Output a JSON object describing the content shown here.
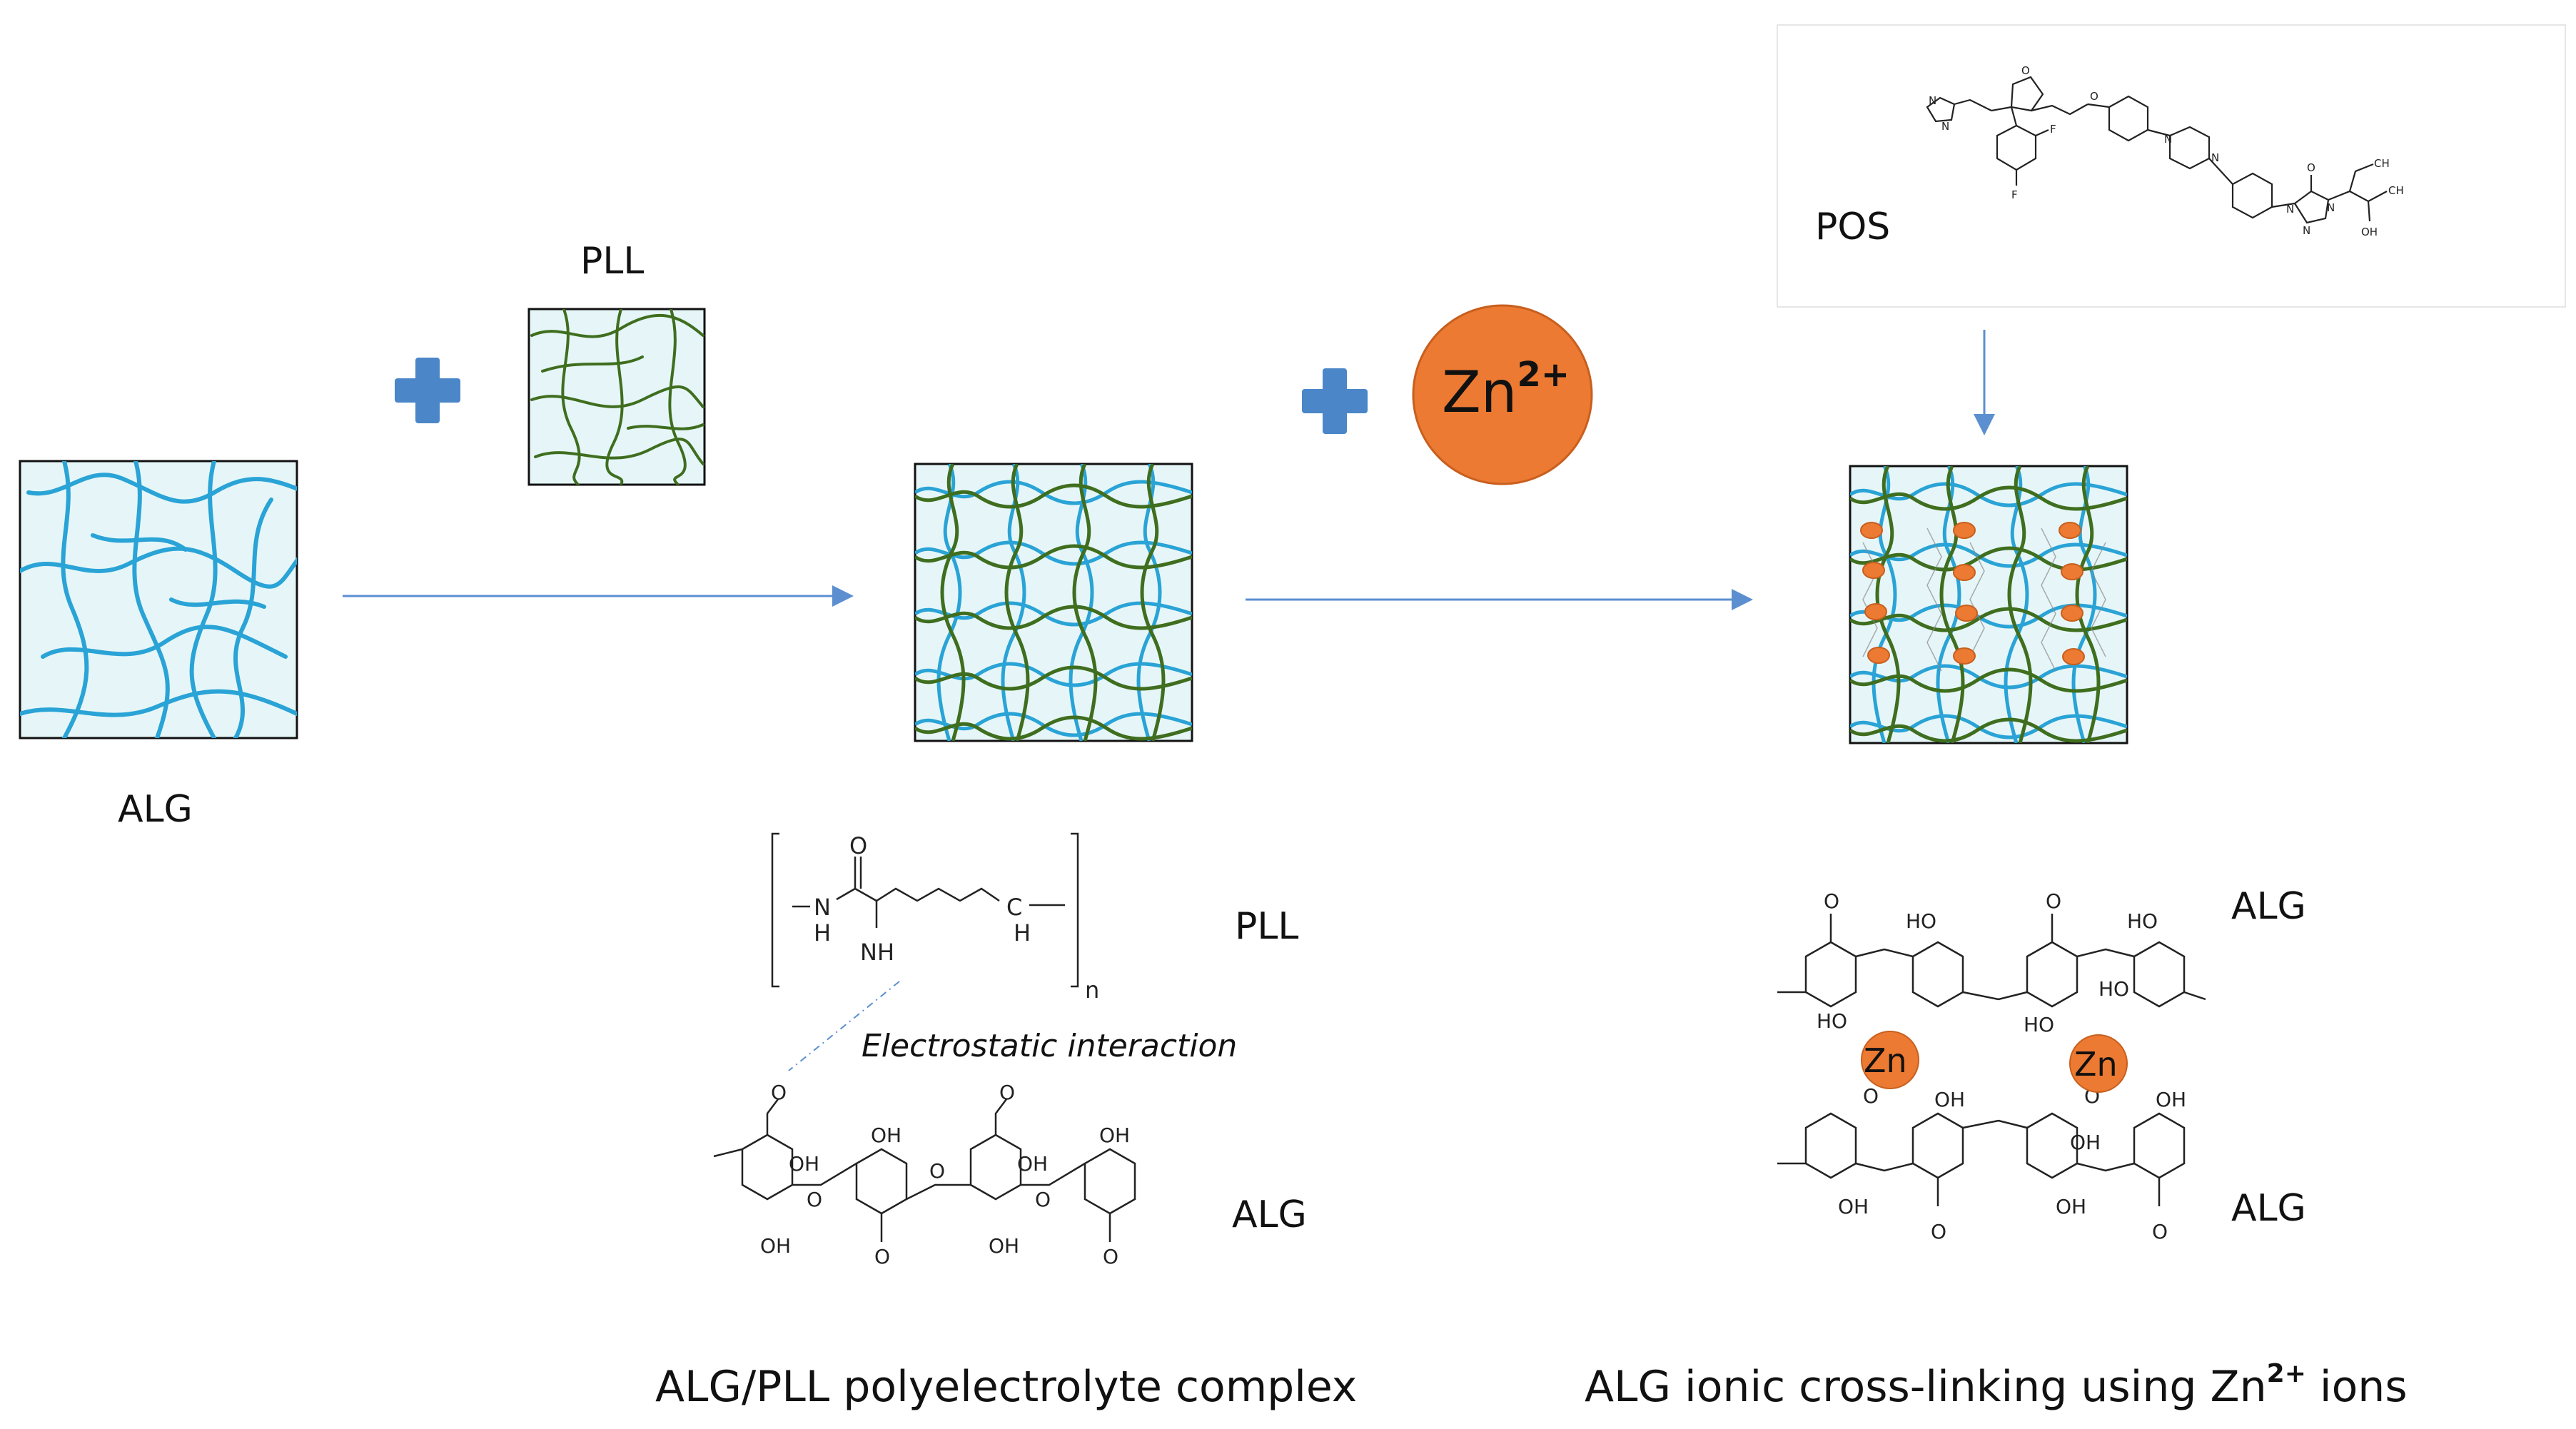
{
  "labels": {
    "alg_left": "ALG",
    "pll_top": "PLL",
    "zn_ion": "Zn",
    "zn_ion_charge": "2+",
    "pos": "POS",
    "pll_mid": "PLL",
    "electrostatic": "Electrostatic interaction",
    "alg_mid": "ALG",
    "alg_right_top": "ALG",
    "alg_right_bottom": "ALG",
    "zn_1": "Zn",
    "zn_2": "Zn"
  },
  "captions": {
    "left": "ALG/PLL polyelectrolyte complex",
    "right_prefix": "ALG ionic cross-linking using Zn",
    "right_charge": "2+",
    "right_suffix": " ions"
  },
  "structure_text": {
    "pll_n": "n",
    "pll_nh": "N",
    "pll_h": "H",
    "pll_nh3": "NH",
    "pll_h2": "H",
    "pll_c": "C",
    "pll_o": "O",
    "oh": "OH",
    "ho": "HO",
    "o": "O",
    "ch3": "CH",
    "f": "F",
    "n": "N"
  },
  "colors": {
    "alg_strand": "#2aa3d6",
    "pll_strand": "#3f6e1f",
    "gel_fill": "#e6f6f8",
    "plus": "#4a86c8",
    "arrow": "#5b8fd0",
    "zn_ion": "#ec7a32",
    "zn_ion_stroke": "#c85f1e"
  }
}
